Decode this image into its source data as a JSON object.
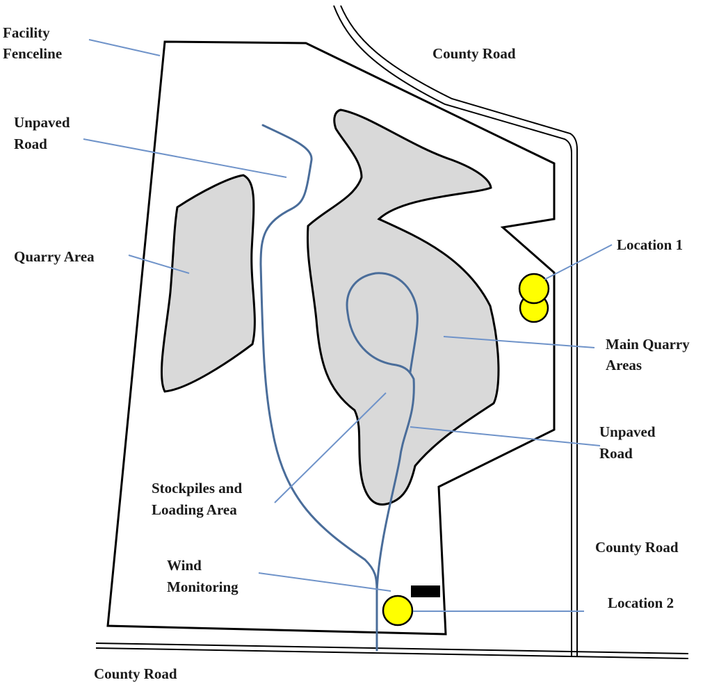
{
  "labels": {
    "facility_fenceline": [
      "Facility",
      "Fenceline"
    ],
    "county_road_top": "County Road",
    "unpaved_road_top": [
      "Unpaved",
      "Road"
    ],
    "quarry_area": "Quarry Area",
    "location_1": "Location 1",
    "main_quarry_areas": [
      "Main Quarry",
      "Areas"
    ],
    "unpaved_road_right": [
      "Unpaved",
      "Road"
    ],
    "stockpiles_loading": [
      "Stockpiles and",
      "Loading Area"
    ],
    "county_road_right": "County Road",
    "wind_monitoring": [
      "Wind",
      "Monitoring"
    ],
    "location_2": "Location 2",
    "county_road_bottom": "County Road"
  },
  "colors": {
    "boundary": "#000000",
    "quarry_fill": "#d9d9d9",
    "unpaved_road": "#4a6d9a",
    "leader_line": "#6f93c9",
    "monitor_location": "#ffff00",
    "wind_station": "#000000"
  }
}
